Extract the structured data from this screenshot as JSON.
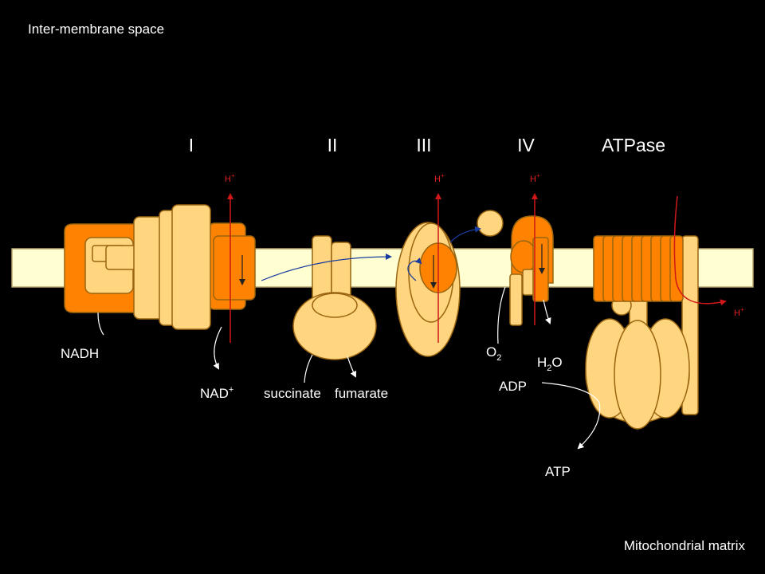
{
  "regions": {
    "top": "Inter-membrane space",
    "bottom": "Mitochondrial matrix"
  },
  "complexes": {
    "c1": "I",
    "c2": "II",
    "c3": "III",
    "c4": "IV",
    "atpase": "ATPase"
  },
  "proton": {
    "base": "H",
    "charge": "+"
  },
  "molecules": {
    "nadh": "NADH",
    "nad_base": "NAD",
    "nad_charge": "+",
    "succinate": "succinate",
    "fumarate": "fumarate",
    "o2_base": "O",
    "o2_sub": "2",
    "h2o_h": "H",
    "h2o_sub": "2",
    "h2o_o": "O",
    "adp": "ADP",
    "atp": "ATP"
  },
  "colors": {
    "background": "#000000",
    "membrane": "#ffffd2",
    "protein_light": "#ffd580",
    "protein_dark": "#ff8200",
    "outline": "#9a6510",
    "proton_arrow": "#d01818",
    "electron_arrow": "#1a3c9e",
    "text": "#ffffff"
  }
}
